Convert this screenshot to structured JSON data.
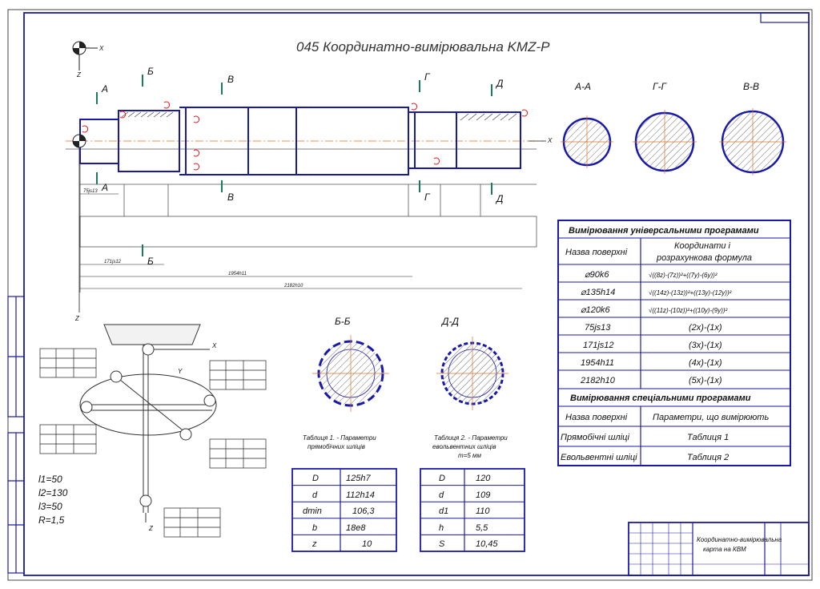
{
  "drawing": {
    "title": "045 Координатно-вимірювальна KMZ-P",
    "axes": {
      "x": "X",
      "z": "Z",
      "y": "Y"
    },
    "section_marks": [
      "А",
      "Б",
      "В",
      "Г",
      "Д"
    ],
    "section_views": [
      "А-А",
      "Г-Г",
      "В-В",
      "Б-Б",
      "Д-Д"
    ],
    "dimensions": [
      "75js13",
      "171js12",
      "1954h11",
      "2182h10"
    ],
    "probe_params": [
      "l1=50",
      "l2=130",
      "l3=50",
      "R=1,5"
    ]
  },
  "universal_table": {
    "header": "Вимірювання універсальними програмами",
    "col1": "Назва поверхні",
    "col2_line1": "Координати і",
    "col2_line2": "розрахункова формула",
    "rows": [
      {
        "name": "⌀90k6",
        "formula": "√((8z)-(7z))²+((7y)-(6y))²"
      },
      {
        "name": "⌀135h14",
        "formula": "√((14z)-(13z))²+((13y)-(12y))²"
      },
      {
        "name": "⌀120k6",
        "formula": "√((11z)-(10z))²+((10y)-(9y))²"
      },
      {
        "name": "75js13",
        "formula": "(2x)-(1x)"
      },
      {
        "name": "171js12",
        "formula": "(3x)-(1x)"
      },
      {
        "name": "1954h11",
        "formula": "(4x)-(1x)"
      },
      {
        "name": "2182h10",
        "formula": "(5x)-(1x)"
      }
    ]
  },
  "special_table": {
    "header": "Вимірювання спеціальними програмами",
    "col1": "Назва поверхні",
    "col2": "Параметри, що вимірюють",
    "rows": [
      {
        "name": "Прямобічні шліці",
        "value": "Таблиця 1"
      },
      {
        "name": "Евольвентні шліці",
        "value": "Таблиця 2"
      }
    ]
  },
  "table1": {
    "caption1": "Таблиця 1. - Параметри",
    "caption2": "прямобічних шліців",
    "rows": [
      [
        "D",
        "125h7"
      ],
      [
        "d",
        "112h14"
      ],
      [
        "dmin",
        "106,3"
      ],
      [
        "b",
        "18e8"
      ],
      [
        "z",
        "10"
      ]
    ]
  },
  "table2": {
    "caption1": "Таблиця 2. - Параметри",
    "caption2": "евольвентних шліців",
    "caption3": "m=5 мм",
    "rows": [
      [
        "D",
        "120"
      ],
      [
        "d",
        "109"
      ],
      [
        "d1",
        "110"
      ],
      [
        "h",
        "5,5"
      ],
      [
        "S",
        "10,45"
      ]
    ]
  },
  "title_block": {
    "name_line1": "Координатно-вимірювальна",
    "name_line2": "карта на КВМ"
  },
  "colors": {
    "outline": "#1a1aa8",
    "centerline": "#e07020",
    "probe": "#e02020",
    "mark": "#1a7a60"
  }
}
